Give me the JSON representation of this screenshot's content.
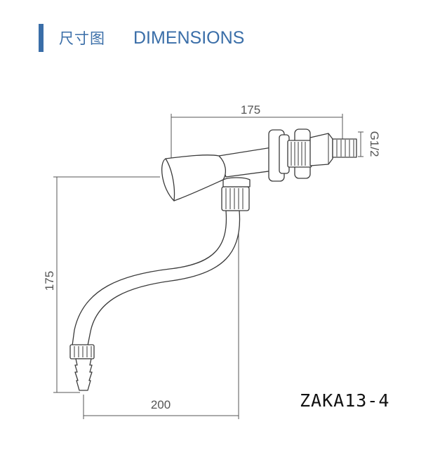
{
  "header": {
    "title_cn": "尺寸图",
    "title_en": "DIMENSIONS",
    "accent_color": "#3a6ea8"
  },
  "dimensions": {
    "top_width": "175",
    "left_height": "175",
    "bottom_width": "200",
    "thread": "G1/2"
  },
  "model": "ZAKA13-4"
}
